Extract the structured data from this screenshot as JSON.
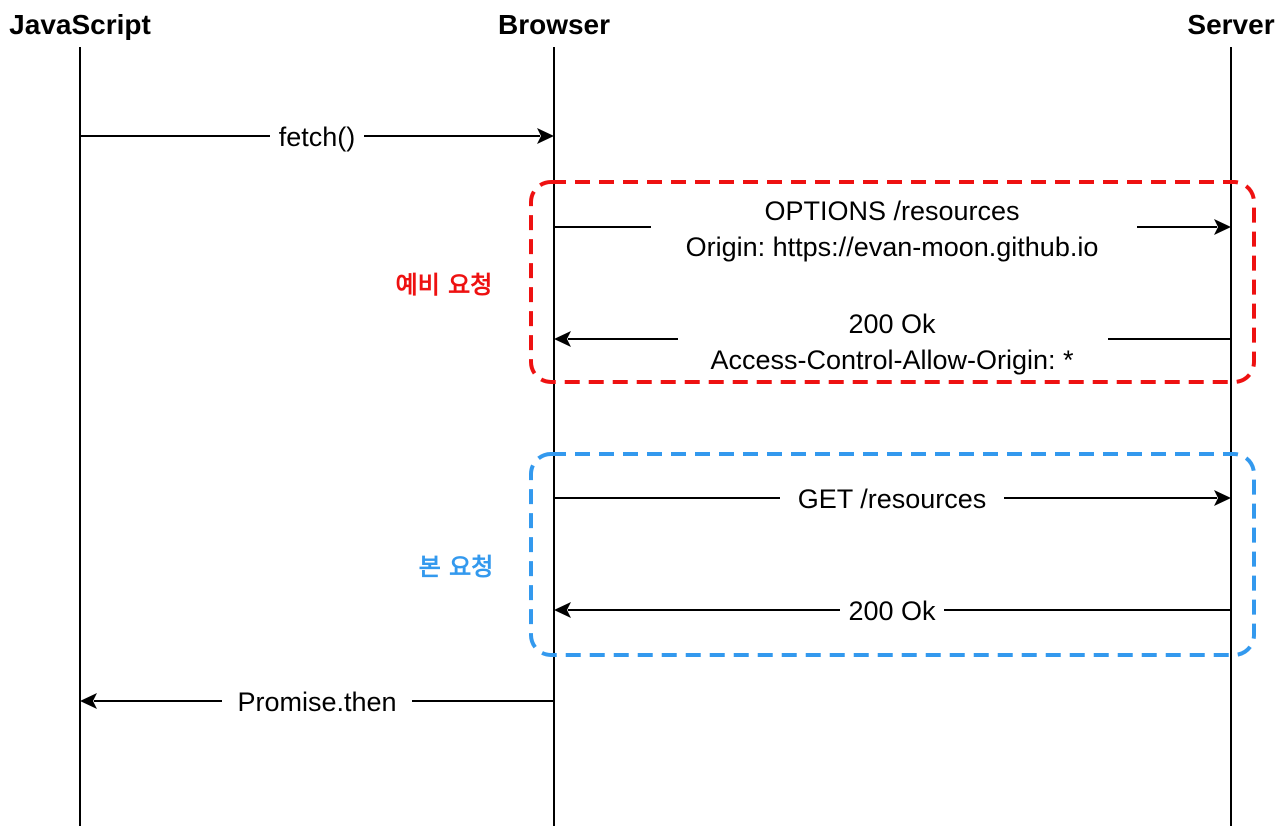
{
  "actors": {
    "javascript": "JavaScript",
    "browser": "Browser",
    "server": "Server"
  },
  "messages": {
    "fetch": "fetch()",
    "options_line1": "OPTIONS /resources",
    "options_line2": "Origin: https://evan-moon.github.io",
    "preflight_resp_line1": "200 Ok",
    "preflight_resp_line2": "Access-Control-Allow-Origin: *",
    "get": "GET /resources",
    "get_resp": "200 Ok",
    "promise": "Promise.then"
  },
  "groups": {
    "preflight": {
      "label": "예비 요청",
      "color": "#ee1111"
    },
    "main": {
      "label": "본 요청",
      "color": "#3399ee"
    }
  }
}
